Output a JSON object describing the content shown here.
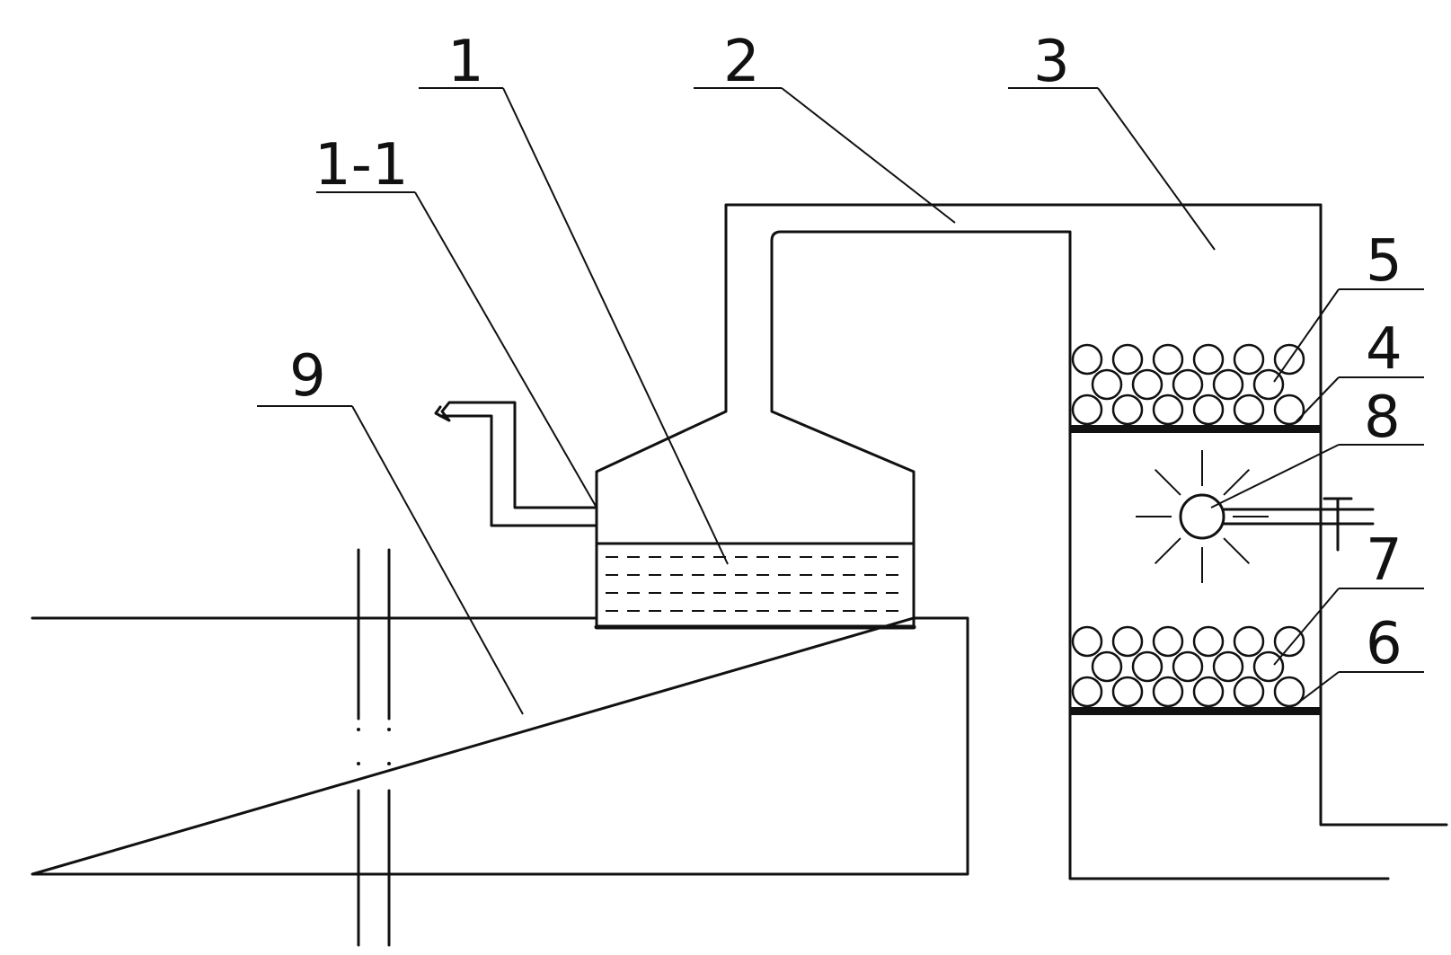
{
  "labels": {
    "l1": "1",
    "l1_1": "1-1",
    "l2": "2",
    "l3": "3",
    "l4": "4",
    "l5": "5",
    "l6": "6",
    "l7": "7",
    "l8": "8",
    "l9": "9"
  }
}
